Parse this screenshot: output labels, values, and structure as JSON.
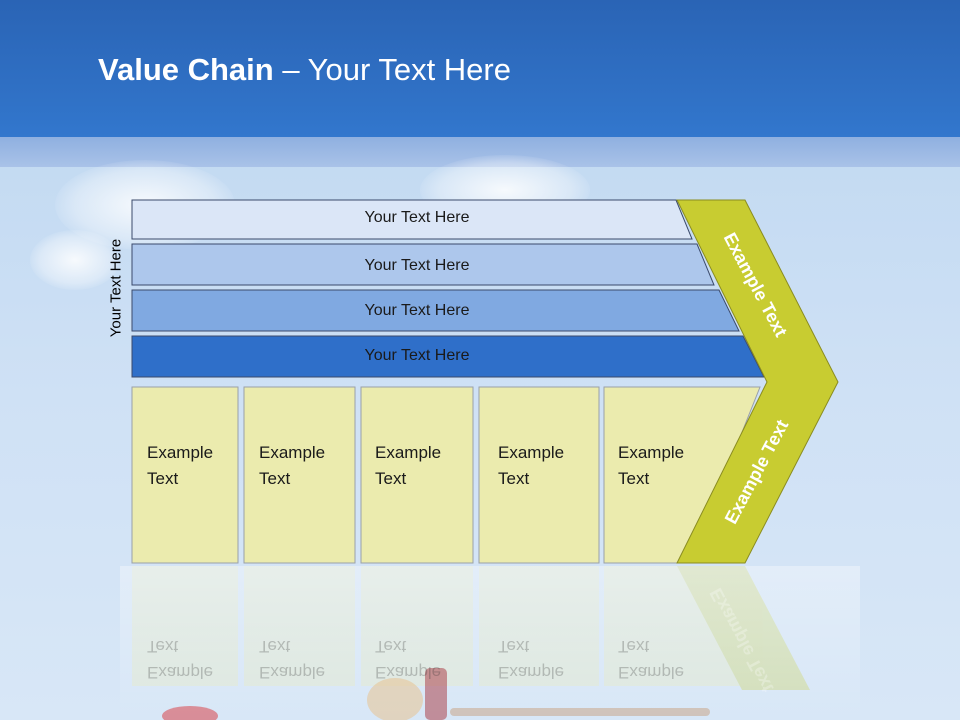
{
  "slide": {
    "title_bold": "Value Chain",
    "title_rest": " – Your Text Here",
    "side_label": "Your Text Here"
  },
  "bars": [
    {
      "label": "Your Text Here",
      "fill": "#dbe6f7"
    },
    {
      "label": "Your Text Here",
      "fill": "#adc7ec"
    },
    {
      "label": "Your Text Here",
      "fill": "#80a9e1"
    },
    {
      "label": "Your Text Here",
      "fill": "#2f6fc9"
    }
  ],
  "columns": [
    {
      "line1": "Example",
      "line2": "Text"
    },
    {
      "line1": "Example",
      "line2": "Text"
    },
    {
      "line1": "Example",
      "line2": "Text"
    },
    {
      "line1": "Example",
      "line2": "Text"
    },
    {
      "line1": "Example",
      "line2": "Text"
    }
  ],
  "chevron": {
    "upper_label": "Example Text",
    "lower_label": "Example Text",
    "fill": "#c8cc31"
  },
  "colors": {
    "column_fill": "#ebebae",
    "outline": "#3b4a6b"
  }
}
